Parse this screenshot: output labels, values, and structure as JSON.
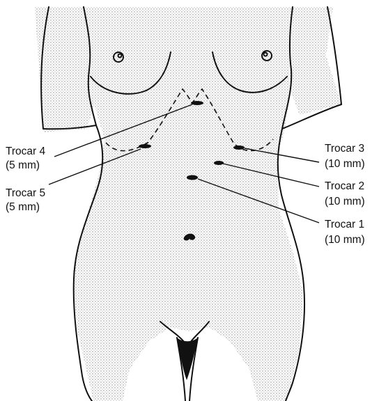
{
  "labels": {
    "trocar4": {
      "name": "Trocar 4",
      "size": "(5 mm)"
    },
    "trocar5": {
      "name": "Trocar 5",
      "size": "(5 mm)"
    },
    "trocar3": {
      "name": "Trocar 3",
      "size": "(10 mm)"
    },
    "trocar2": {
      "name": "Trocar 2",
      "size": "(10 mm)"
    },
    "trocar1": {
      "name": "Trocar 1",
      "size": "(10 mm)"
    }
  },
  "colors": {
    "ink": "#111111",
    "skin_stipple": "#d9d9d9",
    "background": "#ffffff"
  }
}
